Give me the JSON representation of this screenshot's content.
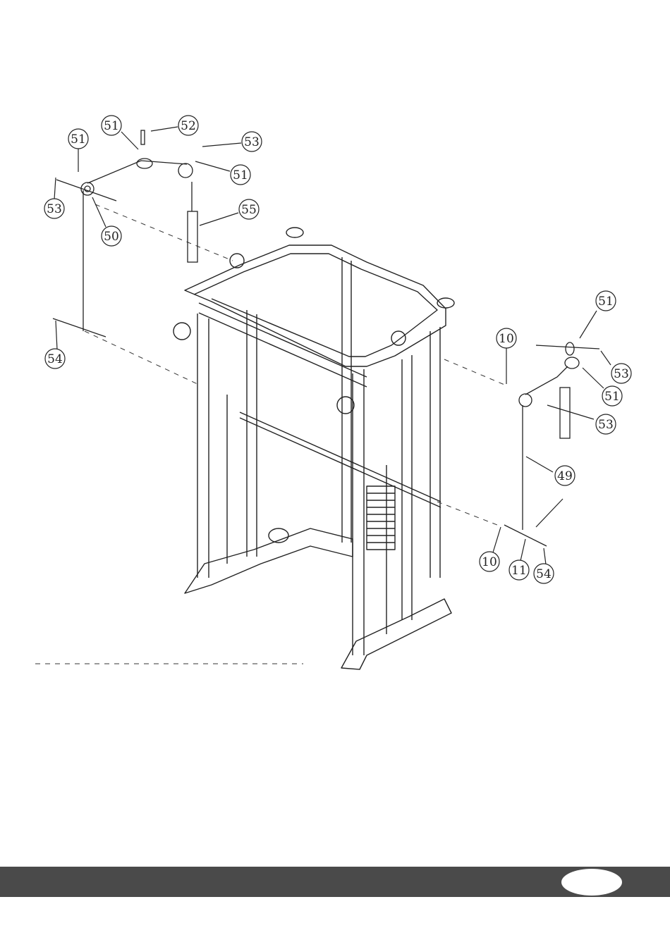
{
  "callouts": [
    {
      "id": "c-51a",
      "label": "51"
    },
    {
      "id": "c-52",
      "label": "52"
    },
    {
      "id": "c-51b",
      "label": "51"
    },
    {
      "id": "c-53a",
      "label": "53"
    },
    {
      "id": "c-51c",
      "label": "51"
    },
    {
      "id": "c-53b",
      "label": "53"
    },
    {
      "id": "c-55",
      "label": "55"
    },
    {
      "id": "c-50",
      "label": "50"
    },
    {
      "id": "c-54a",
      "label": "54"
    },
    {
      "id": "c-51d",
      "label": "51"
    },
    {
      "id": "c-10a",
      "label": "10"
    },
    {
      "id": "c-53c",
      "label": "53"
    },
    {
      "id": "c-51e",
      "label": "51"
    },
    {
      "id": "c-53d",
      "label": "53"
    },
    {
      "id": "c-49",
      "label": "49"
    },
    {
      "id": "c-10b",
      "label": "10"
    },
    {
      "id": "c-11",
      "label": "11"
    },
    {
      "id": "c-54b",
      "label": "54"
    }
  ],
  "footer": {
    "page_number": ""
  },
  "colors": {
    "line": "#222222",
    "footer": "#4a4a4a"
  }
}
